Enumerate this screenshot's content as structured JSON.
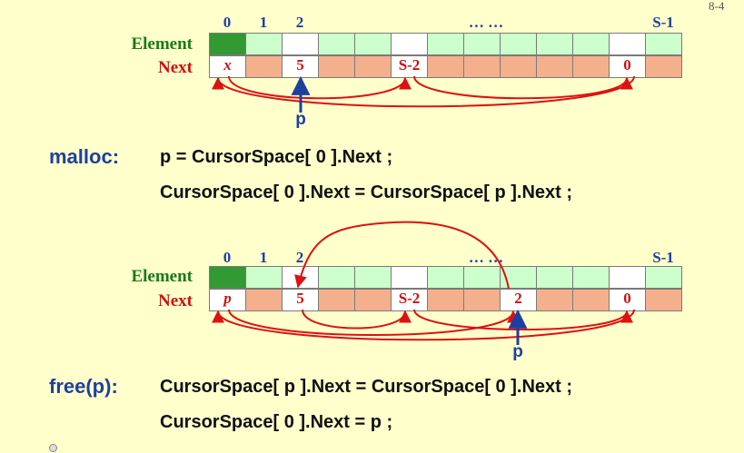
{
  "page_number": "8-4",
  "diagrams": [
    {
      "indices": [
        "0",
        "1",
        "2",
        "… …",
        "S-1"
      ],
      "row_labels": {
        "element": "Element",
        "next": "Next"
      },
      "next_values": [
        "x",
        "",
        "5",
        "",
        "",
        "S-2",
        "",
        "",
        "",
        "",
        "",
        "0",
        ""
      ],
      "pointer_label": "p"
    },
    {
      "indices": [
        "0",
        "1",
        "2",
        "… …",
        "S-1"
      ],
      "row_labels": {
        "element": "Element",
        "next": "Next"
      },
      "next_values": [
        "p",
        "",
        "5",
        "",
        "",
        "S-2",
        "",
        "",
        "2",
        "",
        "",
        "0",
        ""
      ],
      "pointer_label": "p"
    }
  ],
  "code_blocks": [
    {
      "label": "malloc:",
      "lines": [
        "p = CursorSpace[ 0 ].Next ;",
        "CursorSpace[ 0 ].Next = CursorSpace[ p ].Next ;"
      ]
    },
    {
      "label": "free(p):",
      "lines": [
        "CursorSpace[ p ].Next = CursorSpace[ 0 ].Next ;",
        "CursorSpace[ 0 ].Next = p ;"
      ]
    }
  ],
  "colors": {
    "background": "#ffffcc",
    "element_fill": "#ccffcc",
    "element_first": "#339933",
    "next_fill": "#f4b08c",
    "arrow": "#dd1111",
    "pointer": "#1f3fa0"
  }
}
